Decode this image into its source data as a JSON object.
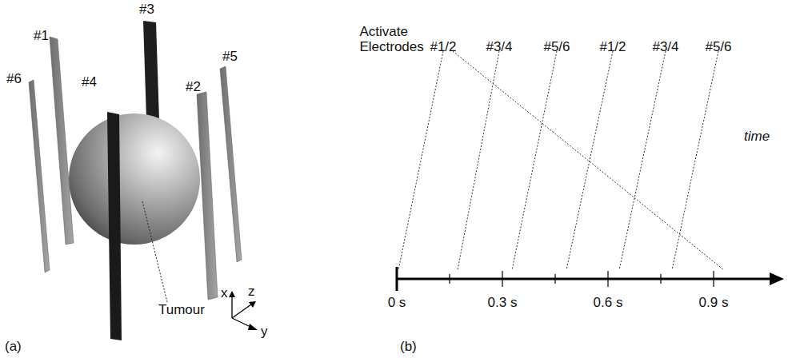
{
  "diagram": {
    "labels": [
      "#1",
      "#3",
      "#6",
      "#5",
      "#4",
      "#2",
      "Tumour",
      "x",
      "z",
      "y",
      "(a)",
      "Activate Electrodes",
      "#1/2",
      "#3/4",
      "#5/6",
      "#1/2",
      "#3/4",
      "#5/6",
      "time",
      "0 s",
      "0.3 s",
      "0.6 s",
      "0.9 s",
      "(b)"
    ]
  }
}
